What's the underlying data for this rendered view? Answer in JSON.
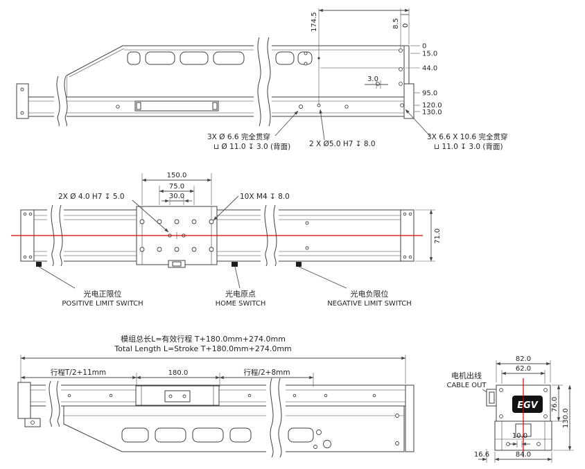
{
  "colors": {
    "line": "#3d3d3d",
    "dim": "#4c4c4c",
    "center": "#d40000",
    "text": "#1f1f1f",
    "logo_bg": "#111111",
    "logo_text": "#ffffff"
  },
  "top_view": {
    "dim_length": "174.5",
    "dim_offset": "8.5",
    "dim_zero_top": "0",
    "ordinates": [
      "0",
      "15.0",
      "44.0",
      "95.0",
      "120.0",
      "130.0"
    ],
    "dim_step": "3.0",
    "note_left_1": "3X Ø 6.6 完全贯穿",
    "note_left_2": "⊔ Ø 11.0 ↧ 3.0 (背面)",
    "note_mid": "2 X Ø5.0 H7 ↧ 8.0",
    "note_right_1": "3X 6.6 X 10.6 完全贯穿",
    "note_right_2": "⊔ 11.0 ↧ 3.0 (背面)"
  },
  "plan_view": {
    "dim_150": "150.0",
    "dim_75": "75.0",
    "dim_30": "30.0",
    "dim_width": "71.0",
    "note_dowel": "2X Ø 4.0 H7 ↧ 5.0",
    "note_tap": "10X M4 ↧ 8.0",
    "switch_positive_zh": "光电正限位",
    "switch_positive_en": "POSITIVE LIMIT SWITCH",
    "switch_home_zh": "光电原点",
    "switch_home_en": "HOME SWITCH",
    "switch_negative_zh": "光电负限位",
    "switch_negative_en": "NEGATIVE LIMIT SWITCH"
  },
  "bottom_view": {
    "title_zh": "模组总长L=有效行程 T+180.0mm+274.0mm",
    "title_en": "Total Length L=Stroke T+180.0mm+274.0mm",
    "dim_left": "行程T/2+11mm",
    "dim_mid": "180.0",
    "dim_right": "行程/2+8mm"
  },
  "section_view": {
    "cable_zh": "电机出线",
    "cable_en": "CABLE OUT",
    "logo": "EGV",
    "dim_82": "82.0",
    "dim_62": "62.0",
    "dim_76": "76.0",
    "dim_130": "130.0",
    "dim_10": "10.0",
    "dim_84": "84.0",
    "dim_16_6": "16.6"
  }
}
